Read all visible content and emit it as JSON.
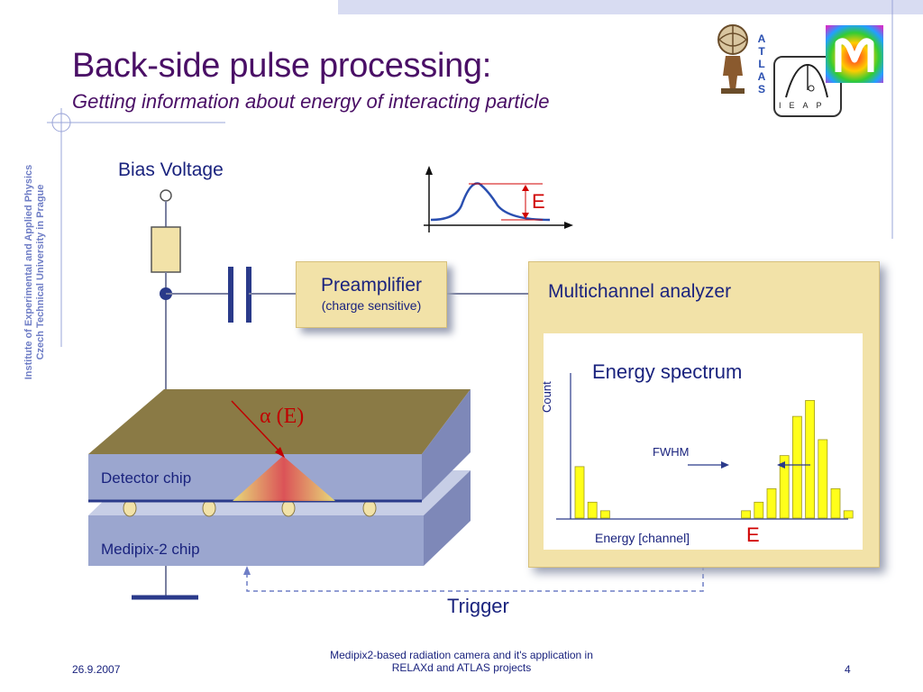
{
  "slide": {
    "title": "Back-side pulse processing:",
    "subtitle": "Getting information about energy of interacting particle",
    "side_text_line1": "Institute of Experimental and Applied Physics",
    "side_text_line2": "Czech Technical University in Prague"
  },
  "logos": {
    "atlas_letters": [
      "A",
      "T",
      "L",
      "A",
      "S"
    ],
    "ieap_letters": "IEAP"
  },
  "diagram": {
    "bias_voltage": "Bias Voltage",
    "pulse_energy_label": "E",
    "preamplifier_title": "Preamplifier",
    "preamplifier_sub": "(charge sensitive)",
    "mca_title": "Multichannel analyzer",
    "alpha_label": "α (E)",
    "detector_chip": "Detector chip",
    "medipix_chip": "Medipix-2 chip",
    "trigger": "Trigger"
  },
  "chart_data": {
    "type": "bar",
    "title": "Energy spectrum",
    "ylabel": "Count",
    "xlabel": "Energy [channel]",
    "annotation_fwhm": "FWHM",
    "annotation_peak": "E",
    "bar_color": "#ffff1a",
    "values": [
      0.42,
      0.13,
      0.06,
      0,
      0,
      0,
      0,
      0,
      0,
      0,
      0,
      0,
      0,
      0.06,
      0.13,
      0.24,
      0.51,
      0.83,
      0.96,
      0.64,
      0.24,
      0.06
    ],
    "ylim": [
      0,
      1
    ]
  },
  "footer": {
    "date": "26.9.2007",
    "center_line1": "Medipix2-based radiation camera and it's application in",
    "center_line2": "RELAXd and ATLAS projects",
    "page": "4"
  },
  "colors": {
    "title": "#4a0f66",
    "text": "#1a237e",
    "box_fill": "#f2e2a8",
    "chip_fill": "#9ba6cf",
    "gold_top": "#8a7a45",
    "red": "#d00000"
  }
}
